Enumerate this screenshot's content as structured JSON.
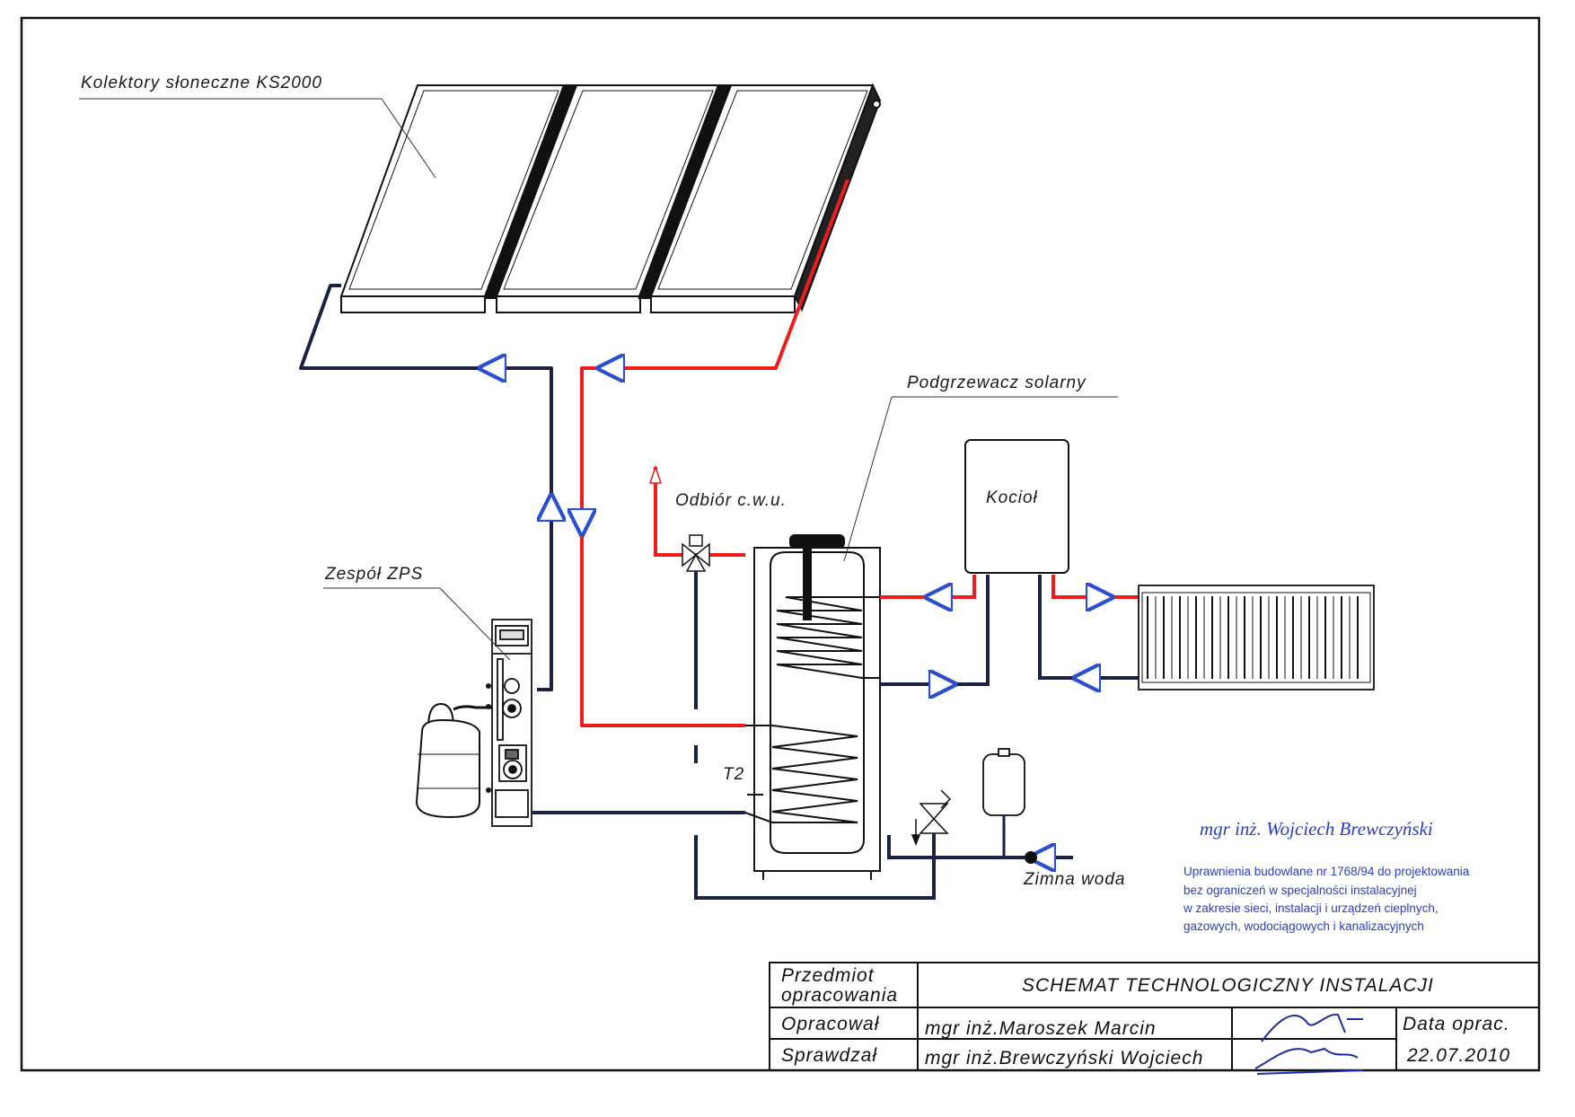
{
  "labels": {
    "collectors": "Kolektory słoneczne KS2000",
    "heater": "Podgrzewacz solarny",
    "boiler": "Kocioł",
    "hot_water": "Odbiór c.w.u.",
    "zps": "Zespół ZPS",
    "t2": "T2",
    "cold_water": "Zimna woda"
  },
  "stamp": {
    "name": "mgr inż. Wojciech Brewczyński",
    "lines": [
      "Uprawnienia budowlane nr 1768/94 do projektowania",
      "bez ograniczeń w specjalności instalacyjnej",
      "w zakresie sieci, instalacji i urządzeń cieplnych,",
      "gazowych, wodociągowych i kanalizacyjnych"
    ]
  },
  "title_block": {
    "subject_label_1": "Przedmiot",
    "subject_label_2": "opracowania",
    "title": "SCHEMAT TECHNOLOGICZNY INSTALACJI",
    "prepared_label": "Opracował",
    "prepared_by": "mgr inż.Maroszek Marcin",
    "checked_label": "Sprawdzał",
    "checked_by": "mgr inż.Brewczyński Wojciech",
    "date_label": "Data oprac.",
    "date": "22.07.2010"
  },
  "colors": {
    "supply_hot": "#ee1c1c",
    "return_cold": "#1a2244",
    "line": "#111111"
  }
}
